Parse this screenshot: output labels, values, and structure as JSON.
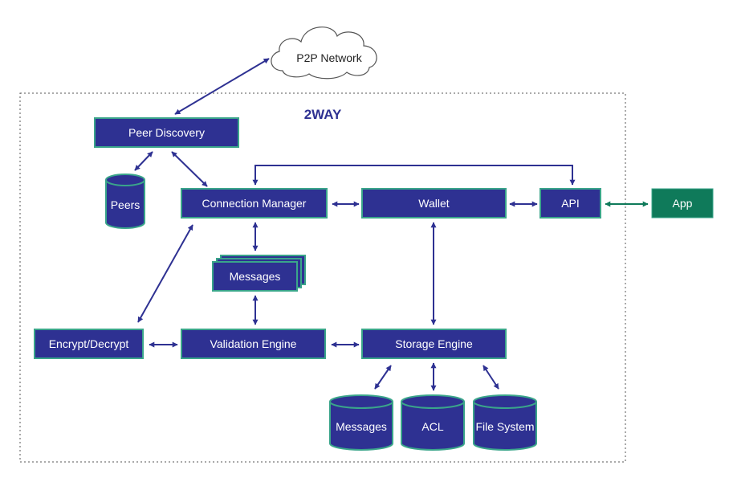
{
  "title": "2WAY",
  "cloud": {
    "label": "P2P Network"
  },
  "nodes": {
    "peer_discovery": "Peer Discovery",
    "peers_db": "Peers",
    "connection_manager": "Connection Manager",
    "wallet": "Wallet",
    "api": "API",
    "app": "App",
    "messages_queue": "Messages",
    "encrypt_decrypt": "Encrypt/Decrypt",
    "validation_engine": "Validation Engine",
    "storage_engine": "Storage Engine",
    "messages_db": "Messages",
    "acl_db": "ACL",
    "file_system_db": "File System"
  },
  "colors": {
    "box_fill": "#2e3192",
    "box_border": "#3aa58a",
    "app_fill": "#0f7a5a",
    "arrow": "#2e3192",
    "app_arrow": "#0f7a5a",
    "title": "#2e3192"
  }
}
